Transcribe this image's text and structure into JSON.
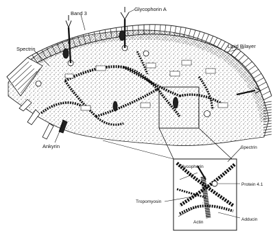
{
  "labels": {
    "band3": "Band 3",
    "glycophorin_a": "Glycophorin A",
    "spectrin_left": "Spectrin",
    "lipid_bilayer": "Lipid Bilayer",
    "ankyrin": "Ankyrin",
    "inset_glycophorin": "Glycophorin",
    "inset_spectrin": "Spectrin",
    "inset_protein41": "Protein 4.1",
    "inset_tropomyosin": "Tropomyosin",
    "inset_actin": "Actin",
    "inset_adducin": "Adducin"
  }
}
